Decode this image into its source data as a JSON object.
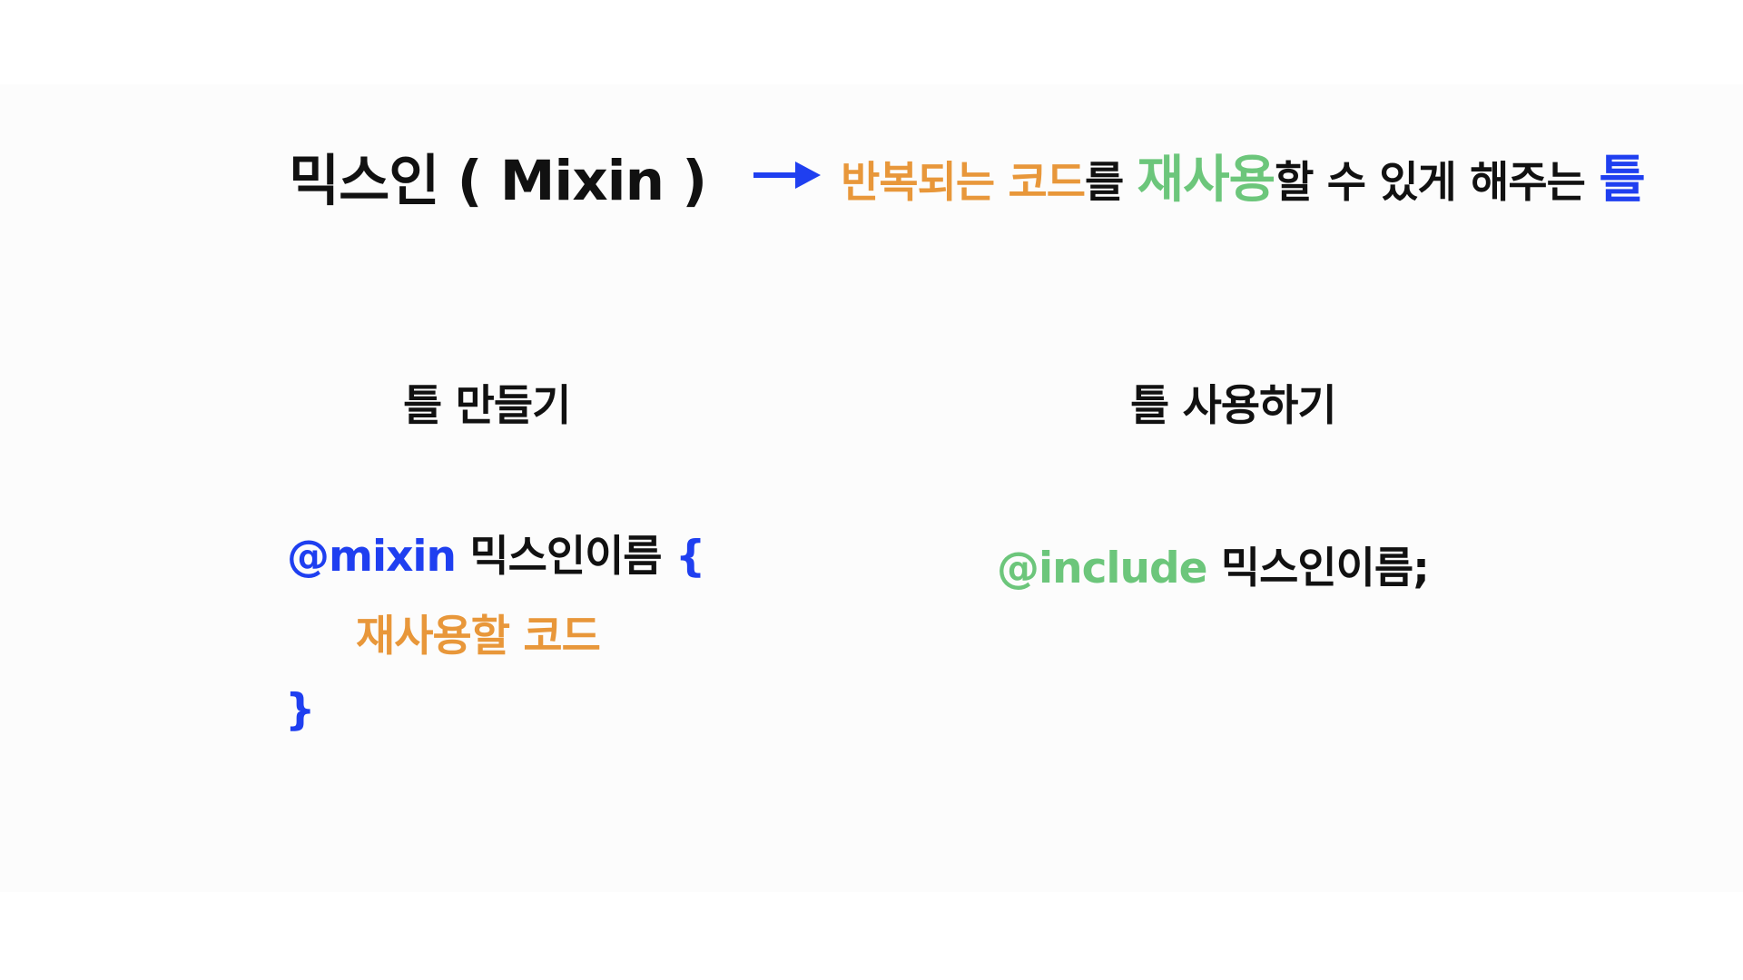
{
  "title": {
    "main": "믹스인 ( Mixin )",
    "arrow_icon": "right-arrow-icon",
    "description": {
      "part1": "반복되는 코드",
      "part2": "를 ",
      "part3": "재사용",
      "part4": "할 수 있게 해주는 ",
      "part5": "틀"
    }
  },
  "sections": {
    "create": {
      "heading": "틀 만들기",
      "mixin_keyword": "@mixin",
      "mixin_name": " 믹스인이름 ",
      "open_brace": "{",
      "body": "재사용할 코드",
      "close_brace": "}"
    },
    "use": {
      "heading": "틀 사용하기",
      "include_keyword": "@include",
      "include_name": " 믹스인이름;"
    }
  },
  "colors": {
    "blue": "#1f3ff0",
    "orange": "#e8973a",
    "green": "#6cc67b",
    "text": "#111111"
  }
}
